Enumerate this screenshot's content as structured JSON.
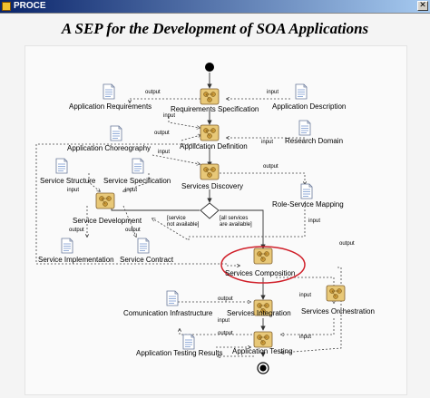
{
  "window": {
    "title": "PROCE",
    "close_glyph": "✕"
  },
  "diagram": {
    "title": "A SEP for the Development of SOA Applications",
    "activities": {
      "requirements_specification": "Requirements Specification",
      "application_definition": "Application Definition",
      "services_discovery": "Services Discovery",
      "service_development": "Service Development",
      "services_composition": "Services Composition",
      "services_integration": "Services Integration",
      "services_orchestration": "Services Orchestration",
      "application_testing": "Application Testing"
    },
    "artifacts": {
      "application_requirements": "Application  Requirements",
      "application_description": "Application Description",
      "application_choreography": "Application Choreography",
      "research_domain": "Research Domain",
      "service_structure": "Service Structure",
      "service_specification": "Service Specification",
      "role_service_mapping": "Role-Service Mapping",
      "service_implementation": "Service Implementation",
      "service_contract": "Service Contract",
      "comunication_infrastructure": "Comunication Infrastructure",
      "application_testing_results": "Application Testing Results"
    },
    "flow_labels": {
      "input": "input",
      "output": "output"
    },
    "guards": {
      "not_available": "[service\nnot available]",
      "all_available": "[all services\nare available]"
    },
    "highlight_color": "#d0202a"
  }
}
